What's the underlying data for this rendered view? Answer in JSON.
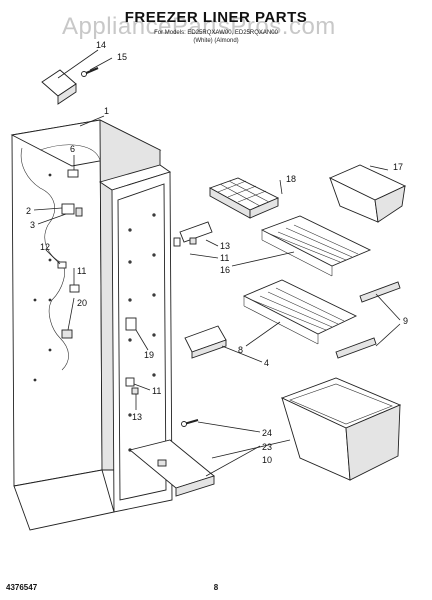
{
  "header": {
    "watermark": "AppliancePartsPros.com",
    "title": "FREEZER LINER PARTS",
    "subtitle_models": "For Models: ED25RQXAW00, ED25RQXAN00",
    "subtitle_colors": "(White)          (Almond)"
  },
  "callouts": [
    {
      "label": "14"
    },
    {
      "label": "15"
    },
    {
      "label": "1"
    },
    {
      "label": "6"
    },
    {
      "label": "2"
    },
    {
      "label": "3"
    },
    {
      "label": "12"
    },
    {
      "label": "11"
    },
    {
      "label": "20"
    },
    {
      "label": "18"
    },
    {
      "label": "17"
    },
    {
      "label": "13"
    },
    {
      "label": "11"
    },
    {
      "label": "16"
    },
    {
      "label": "9"
    },
    {
      "label": "8"
    },
    {
      "label": "19"
    },
    {
      "label": "4"
    },
    {
      "label": "11"
    },
    {
      "label": "13"
    },
    {
      "label": "24"
    },
    {
      "label": "23"
    },
    {
      "label": "10"
    }
  ],
  "footer": {
    "doc_number": "4376547",
    "page_number": "8"
  }
}
